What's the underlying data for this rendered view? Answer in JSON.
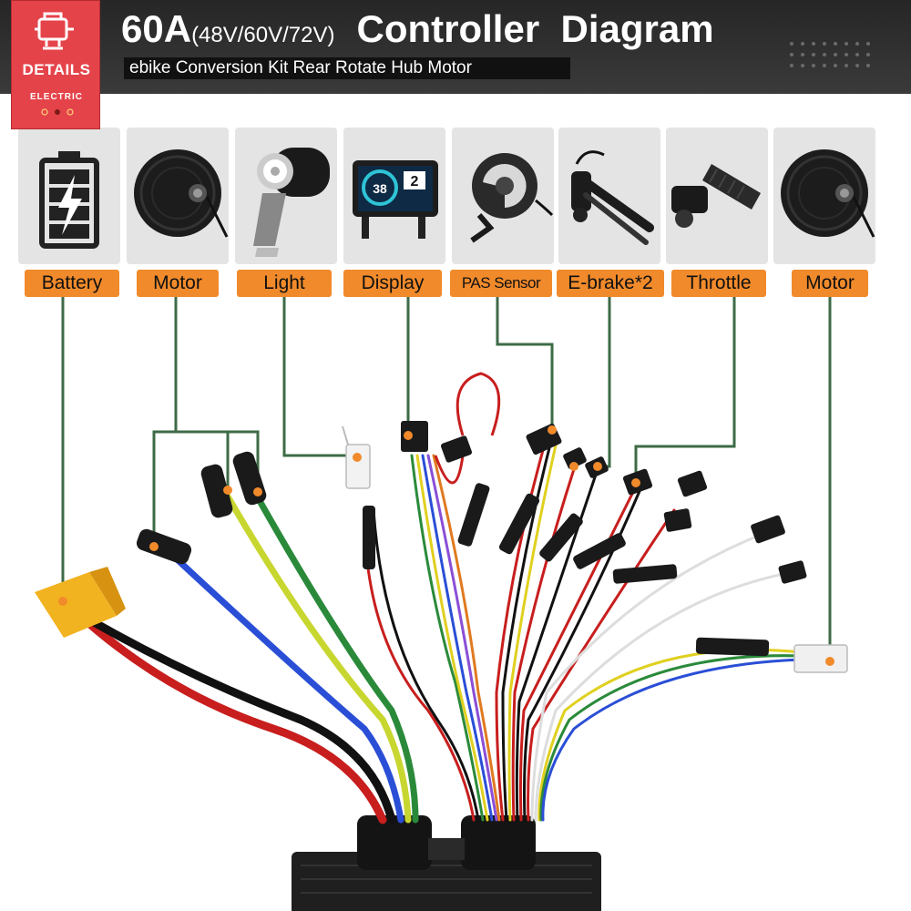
{
  "header": {
    "title_amp": "60A",
    "title_voltages": "(48V/60V/72V)",
    "title_rest": "Controller  Diagram",
    "subtitle": "ebike Conversion Kit Rear Rotate Hub Motor"
  },
  "badge": {
    "label": "DETAILS",
    "sublabel": "ELECTRIC",
    "color": "#e5434a",
    "icon": "gear-icon"
  },
  "components": [
    {
      "id": "battery",
      "label": "Battery",
      "icon": "battery-icon"
    },
    {
      "id": "motor",
      "label": "Motor",
      "icon": "hub-motor-icon"
    },
    {
      "id": "light",
      "label": "Light",
      "icon": "headlight-icon"
    },
    {
      "id": "display",
      "label": "Display",
      "icon": "display-icon"
    },
    {
      "id": "pas",
      "label": "PAS Sensor",
      "icon": "pas-sensor-icon"
    },
    {
      "id": "ebrake",
      "label": "E-brake*2",
      "icon": "brake-lever-icon"
    },
    {
      "id": "throttle",
      "label": "Throttle",
      "icon": "throttle-icon"
    },
    {
      "id": "motor2",
      "label": "Motor",
      "icon": "hub-motor-icon"
    }
  ],
  "display_screen": {
    "speed": "38",
    "gear": "2"
  },
  "colors": {
    "label_bg": "#f18a2b",
    "leader_line": "#3d6b46",
    "marker_dot": "#f18a2b",
    "header_bg": "#2f2f2f"
  }
}
